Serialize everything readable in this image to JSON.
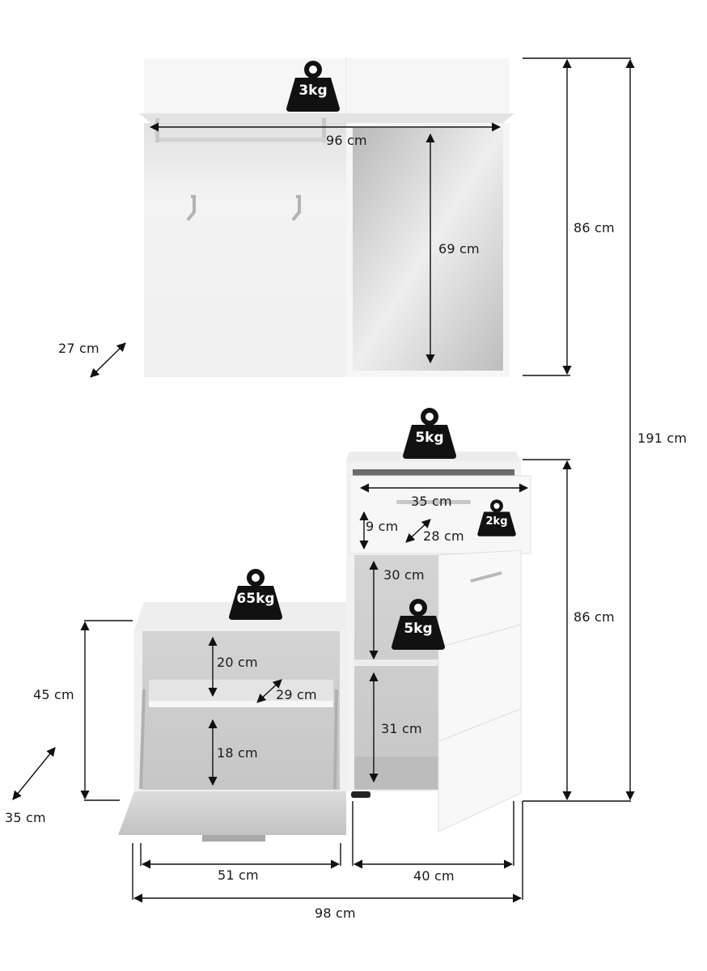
{
  "diagram": {
    "type": "furniture-dimension-diagram",
    "units": "cm",
    "colors": {
      "panel": "#f4f4f4",
      "panel_shadow": "#d8d8d8",
      "mirror": "#cfcfcf",
      "interior": "#c9c9c9",
      "dimension_line": "#111111",
      "weight_icon": "#111111",
      "weight_text": "#ffffff"
    }
  },
  "wall_panel": {
    "width_label": "96 cm",
    "height_label": "86 cm",
    "depth_label": "27 cm",
    "mirror_height_label": "69 cm",
    "shelf_load": "3kg"
  },
  "cabinet": {
    "top_load": "5kg",
    "height_label": "86 cm",
    "width_label": "40 cm",
    "drawer": {
      "width_label": "35 cm",
      "height_label": "9 cm",
      "depth_label": "28 cm",
      "load": "2kg"
    },
    "upper_compartment_label": "30 cm",
    "lower_compartment_label": "31 cm",
    "shelf_load": "5kg"
  },
  "shoe_bench": {
    "top_load": "65kg",
    "height_label": "45 cm",
    "depth_label": "35 cm",
    "width_label": "51 cm",
    "upper_compartment_label": "20 cm",
    "lower_compartment_label": "18 cm",
    "shelf_depth_label": "29 cm"
  },
  "overall": {
    "total_height_label": "191 cm",
    "total_width_label": "98 cm"
  }
}
